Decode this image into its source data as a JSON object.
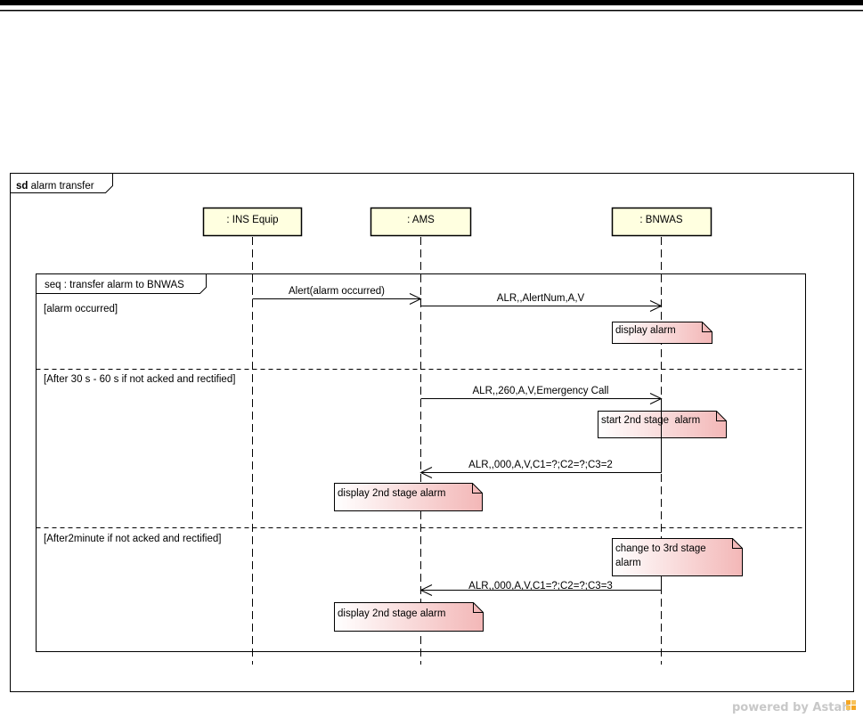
{
  "frame": {
    "keyword": "sd",
    "name": "alarm transfer"
  },
  "lifelines": [
    {
      "label": ": INS Equip"
    },
    {
      "label": ": AMS"
    },
    {
      "label": ": BNWAS"
    }
  ],
  "fragment": {
    "label": "seq : transfer alarm to BNWAS",
    "guards": [
      "[alarm occurred]",
      "[After 30 s - 60 s if not acked and rectified]",
      "[After2minute if not acked and rectified]"
    ]
  },
  "messages": [
    {
      "label": "Alert(alarm occurred)"
    },
    {
      "label": "ALR,,AlertNum,A,V"
    },
    {
      "label": "ALR,,260,A,V,Emergency Call"
    },
    {
      "label": "ALR,,000,A,V,C1=?;C2=?;C3=2"
    },
    {
      "label": "ALR,,000,A,V,C1=?;C2=?;C3=3"
    }
  ],
  "notes": [
    {
      "lines": [
        "display alarm"
      ]
    },
    {
      "lines": [
        "start 2nd stage  alarm"
      ]
    },
    {
      "lines": [
        "display 2nd stage alarm"
      ]
    },
    {
      "lines": [
        "change to 3rd stage",
        "alarm"
      ]
    },
    {
      "lines": [
        "display 2nd stage alarm"
      ]
    }
  ],
  "branding": {
    "text": "powered by Astah",
    "colors": {
      "text": "#c8c8c8",
      "logo": "#f5a623"
    }
  },
  "colors": {
    "lifeline_fill": "#ffffe0",
    "note_fill_start": "#ffffff",
    "note_fill_end": "#f3b7b7"
  }
}
